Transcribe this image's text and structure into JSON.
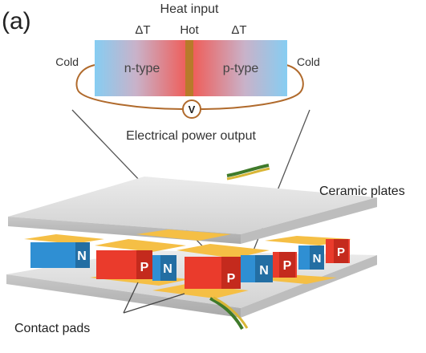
{
  "panel_label": "(a)",
  "schematic": {
    "heat_input": "Heat input",
    "delta_t_left": "ΔT",
    "hot": "Hot",
    "delta_t_right": "ΔT",
    "cold_left": "Cold",
    "cold_right": "Cold",
    "n_type": "n-type",
    "p_type": "p-type",
    "voltmeter": "V",
    "output": "Electrical power output"
  },
  "module": {
    "ceramic_plates": "Ceramic plates",
    "contact_pads": "Contact pads",
    "n_label": "N",
    "p_label": "P"
  },
  "colors": {
    "cold_blue": "#7ec7ee",
    "hot_red": "#ee5a55",
    "center_strip": "#b87a2a",
    "n_leg": "#2f8fd3",
    "p_leg": "#ea3b2c",
    "contact_pad": "#f5bf45",
    "ceramic": "#d4d4d4",
    "wire": "#b06a2c"
  }
}
